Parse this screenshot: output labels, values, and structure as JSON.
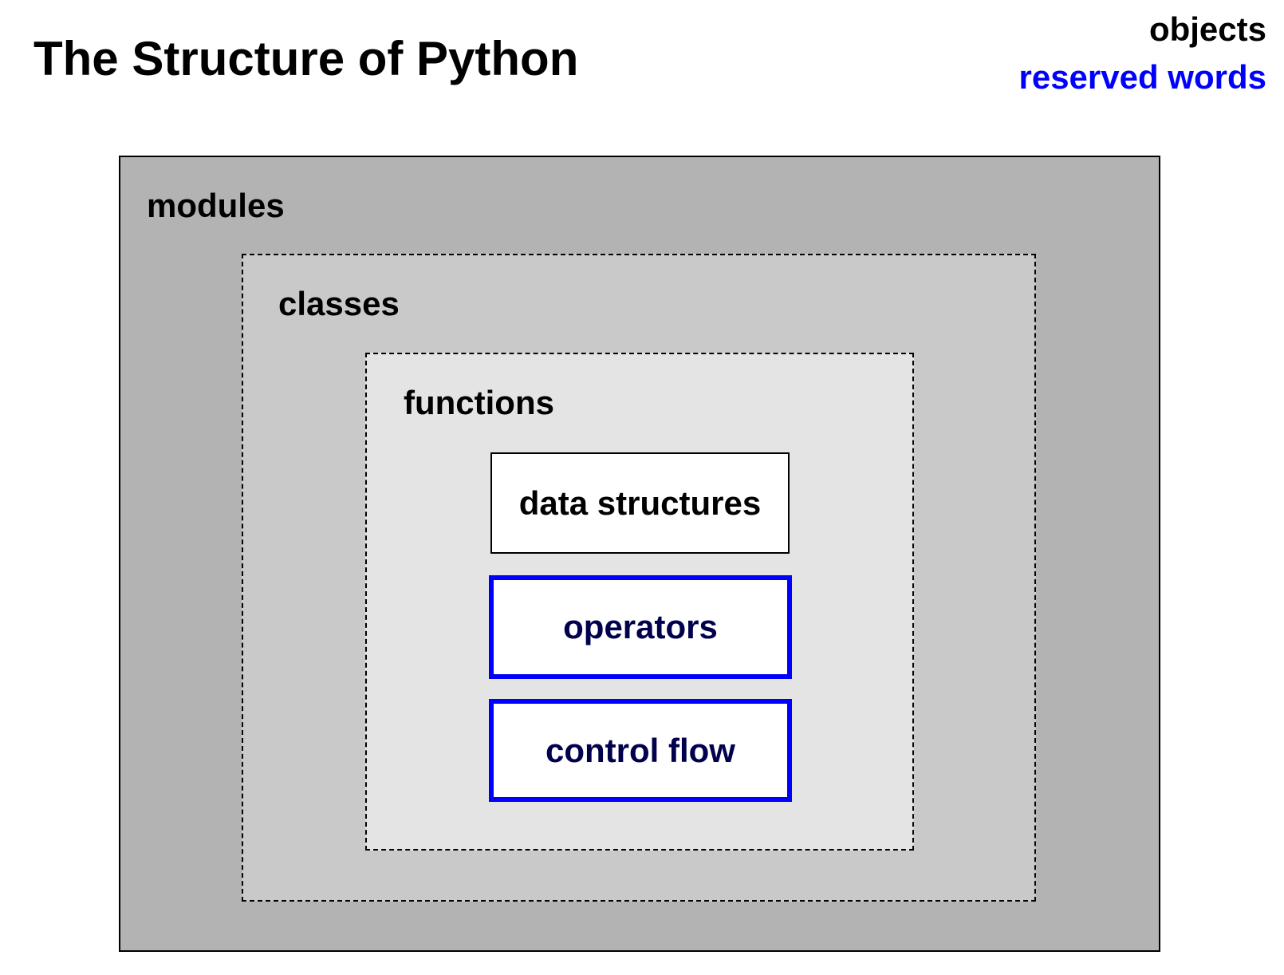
{
  "title": "The Structure of Python",
  "legend": {
    "objects": "objects",
    "reserved_words": "reserved words",
    "reserved_words_color": "#0000ff"
  },
  "diagram": {
    "modules": "modules",
    "classes": "classes",
    "functions": "functions",
    "data_structures": "data structures",
    "operators": "operators",
    "control_flow": "control flow"
  },
  "colors": {
    "modules_fill": "#b3b3b3",
    "classes_fill": "#c9c9c9",
    "functions_fill": "#e4e4e4",
    "reserved_border": "#0000ff",
    "reserved_text": "#00004d"
  }
}
